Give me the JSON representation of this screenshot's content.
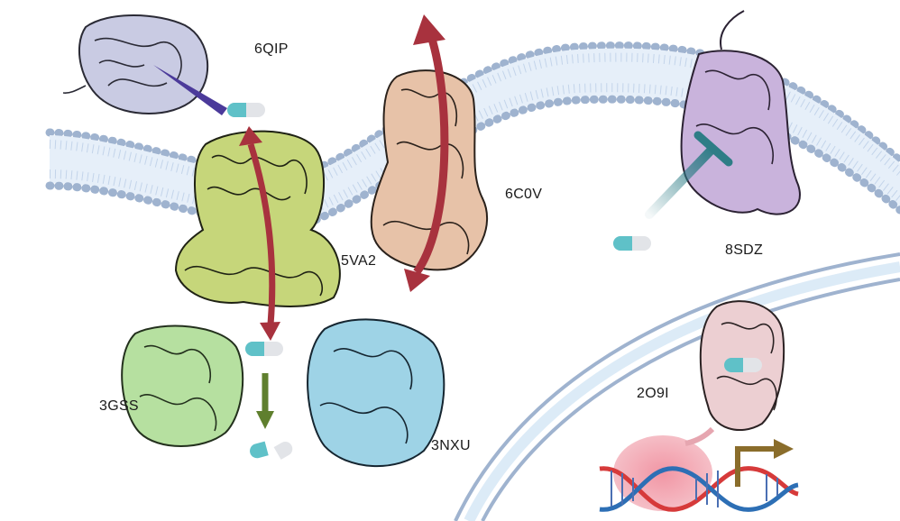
{
  "labels": {
    "p_6qip": "6QIP",
    "p_6c0v": "6C0V",
    "p_5va2": "5VA2",
    "p_8sdz": "8SDZ",
    "p_3gss": "3GSS",
    "p_3nxu": "3NXU",
    "p_2o9i": "2O9I"
  },
  "colors": {
    "membrane_head": "#9fb3cf",
    "membrane_fill": "#e3eefb",
    "nucleus_fill": "#dcebf7",
    "arrow_red": "#a8323e",
    "arrow_green": "#5f7f2e",
    "arrow_gold": "#8a6d2b",
    "inhibitor_teal": "#2e7d86",
    "inhibitor_purple": "#4b3a9a",
    "protein_6qip": "#c9cbe3",
    "protein_5va2": "#c6d67a",
    "protein_6c0v": "#e7c2a8",
    "protein_8sdz": "#c9b3dc",
    "protein_3gss": "#b6e0a0",
    "protein_3nxu": "#9ed3e6",
    "protein_2o9i": "#eccfd2",
    "pill_teal": "#5fc1c8",
    "pill_white": "#e2e4e8",
    "dna_red": "#d63a3a",
    "dna_blue": "#2d6fb5"
  }
}
